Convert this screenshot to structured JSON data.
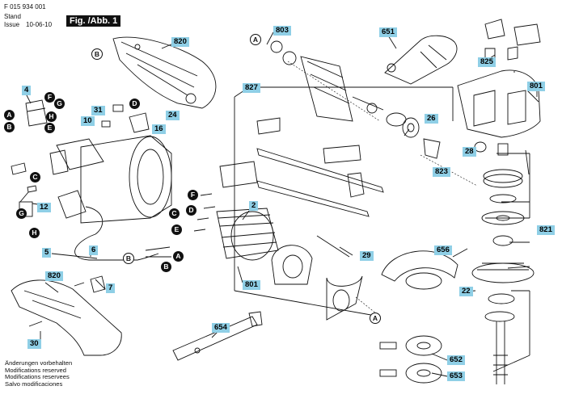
{
  "header": {
    "doc_number": "F 015 934 001",
    "stand": "Stand",
    "issue": "Issue",
    "issue_date": "10-06-10",
    "figure_label": "Fig. /Abb. 1"
  },
  "footer": {
    "lines": [
      "Änderungen vorbehalten",
      "Modifications reserved",
      "Modifications reservees",
      "Salvo modificaciones"
    ]
  },
  "parts": [
    {
      "id": "p820a",
      "label": "820"
    },
    {
      "id": "p803",
      "label": "803"
    },
    {
      "id": "p651",
      "label": "651"
    },
    {
      "id": "p4",
      "label": "4"
    },
    {
      "id": "p825",
      "label": "825"
    },
    {
      "id": "p801a",
      "label": "801"
    },
    {
      "id": "p827",
      "label": "827"
    },
    {
      "id": "p31",
      "label": "31"
    },
    {
      "id": "p24",
      "label": "24"
    },
    {
      "id": "p10",
      "label": "10"
    },
    {
      "id": "p16",
      "label": "16"
    },
    {
      "id": "p26",
      "label": "26"
    },
    {
      "id": "p28",
      "label": "28"
    },
    {
      "id": "p823",
      "label": "823"
    },
    {
      "id": "p2",
      "label": "2"
    },
    {
      "id": "p12",
      "label": "12"
    },
    {
      "id": "p821",
      "label": "821"
    },
    {
      "id": "p5",
      "label": "5"
    },
    {
      "id": "p6",
      "label": "6"
    },
    {
      "id": "p29",
      "label": "29"
    },
    {
      "id": "p656",
      "label": "656"
    },
    {
      "id": "p820b",
      "label": "820"
    },
    {
      "id": "p801b",
      "label": "801"
    },
    {
      "id": "p7",
      "label": "7"
    },
    {
      "id": "p22",
      "label": "22"
    },
    {
      "id": "p30",
      "label": "30"
    },
    {
      "id": "p654",
      "label": "654"
    },
    {
      "id": "p652",
      "label": "652"
    },
    {
      "id": "p653",
      "label": "653"
    }
  ],
  "refs": [
    {
      "id": "rB1",
      "label": "B"
    },
    {
      "id": "rA1",
      "label": "A"
    },
    {
      "id": "rF1",
      "label": "F"
    },
    {
      "id": "rG1",
      "label": "G"
    },
    {
      "id": "rA2",
      "label": "A"
    },
    {
      "id": "rH1",
      "label": "H"
    },
    {
      "id": "rB2",
      "label": "B"
    },
    {
      "id": "rE1",
      "label": "E"
    },
    {
      "id": "rD1",
      "label": "D"
    },
    {
      "id": "rC1",
      "label": "C"
    },
    {
      "id": "rF2",
      "label": "F"
    },
    {
      "id": "rD2",
      "label": "D"
    },
    {
      "id": "rC2",
      "label": "C"
    },
    {
      "id": "rE2",
      "label": "E"
    },
    {
      "id": "rG2",
      "label": "G"
    },
    {
      "id": "rH2",
      "label": "H"
    },
    {
      "id": "rB3",
      "label": "B"
    },
    {
      "id": "rA3",
      "label": "A"
    },
    {
      "id": "rB4",
      "label": "B"
    },
    {
      "id": "rA4",
      "label": "A"
    }
  ]
}
